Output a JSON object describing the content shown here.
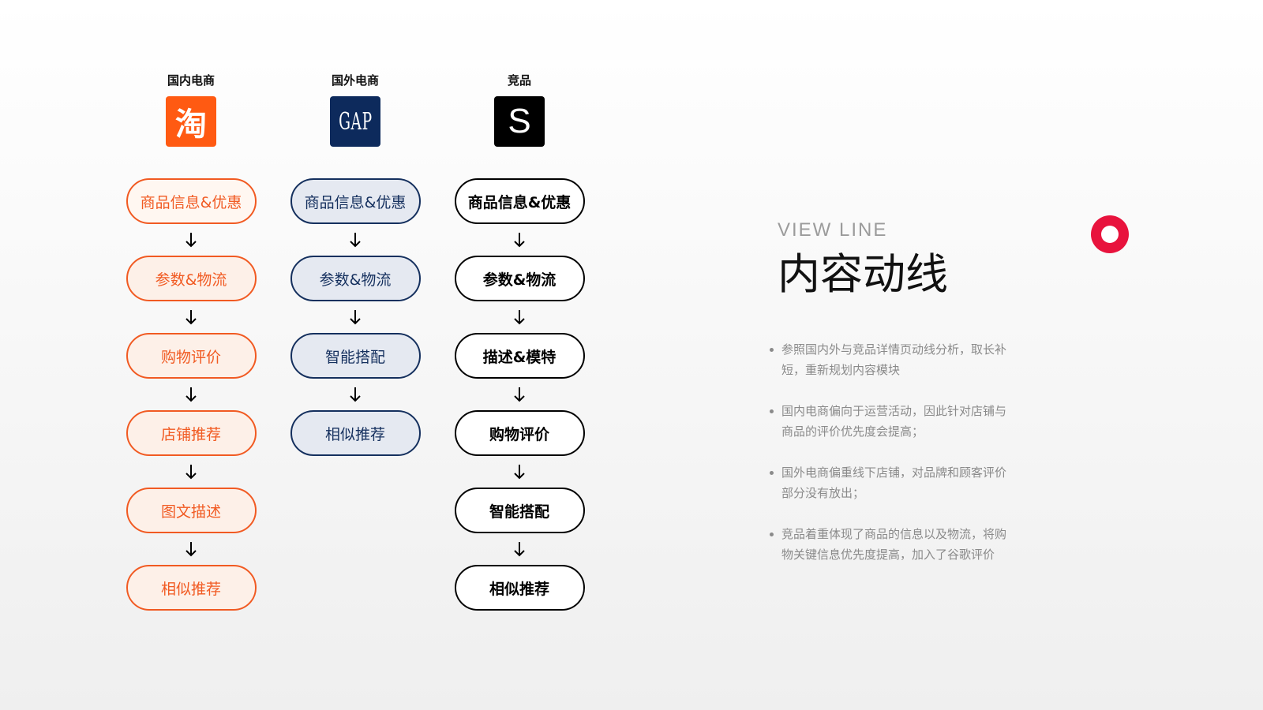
{
  "columns": [
    {
      "title": "国内电商",
      "logo_icon": "taobao-logo",
      "logo_glyph": "淘",
      "logo_color": "#ff5a12",
      "accent_color": "#f15a22",
      "steps": [
        "商品信息&优惠",
        "参数&物流",
        "购物评价",
        "店铺推荐",
        "图文描述",
        "相似推荐"
      ]
    },
    {
      "title": "国外电商",
      "logo_icon": "gap-logo",
      "logo_glyph": "GAP",
      "logo_color": "#0d2a5c",
      "accent_color": "#15305e",
      "steps": [
        "商品信息&优惠",
        "参数&物流",
        "智能搭配",
        "相似推荐"
      ]
    },
    {
      "title": "竞品",
      "logo_icon": "s-logo",
      "logo_glyph": "S",
      "logo_color": "#000000",
      "accent_color": "#000000",
      "steps": [
        "商品信息&优惠",
        "参数&物流",
        "描述&模特",
        "购物评价",
        "智能搭配",
        "相似推荐"
      ]
    }
  ],
  "panel": {
    "subtitle": "VIEW LINE",
    "title": "内容动线",
    "accent_color": "#e8133d",
    "bullets": [
      "参照国内外与竞品详情页动线分析，取长补短，重新规划内容模块",
      "国内电商偏向于运营活动，因此针对店铺与商品的评价优先度会提高；",
      "国外电商偏重线下店铺，对品牌和顾客评价部分没有放出；",
      "竞品着重体现了商品的信息以及物流，将购物关键信息优先度提高，加入了谷歌评价"
    ]
  }
}
